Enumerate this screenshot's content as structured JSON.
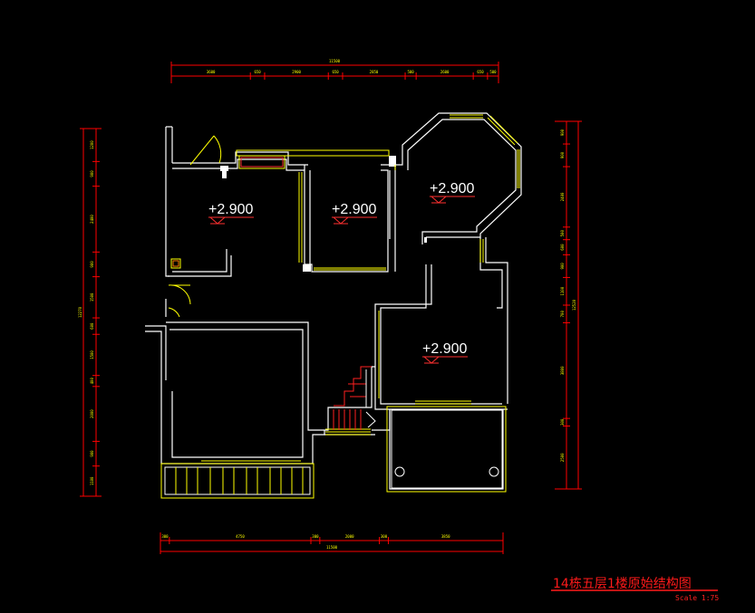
{
  "drawing": {
    "title": "14栋五层1楼原始结构图",
    "scale_label": "Scale  1:75",
    "colors": {
      "background": "#000000",
      "wall": "#ffffff",
      "window": "#ffff00",
      "dimension": "#ff0000",
      "dimension_text": "#ffff00",
      "stair": "#ff0000",
      "elevation_text": "#ffffff",
      "title": "#ff1a1a"
    },
    "elevation_markers": [
      "+2.900",
      "+2.900",
      "+2.900",
      "+2.900"
    ],
    "dimensions": {
      "top_total": "11500",
      "top_segments": [
        "3600",
        "650",
        "2900",
        "650",
        "2850",
        "500",
        "2600",
        "650",
        "500"
      ],
      "bottom_total": "11500",
      "bottom_segments": [
        "300",
        "4750",
        "300",
        "2000",
        "300",
        "3850"
      ],
      "left_total": "12270",
      "left_segments": [
        "1200",
        "900",
        "2400",
        "900",
        "1500",
        "600",
        "1500",
        "400",
        "2000",
        "900",
        "1100"
      ],
      "right_total": "12520",
      "right_segments": [
        "900",
        "900",
        "2400",
        "500",
        "600",
        "900",
        "1100",
        "700",
        "3800",
        "300",
        "2500"
      ]
    }
  }
}
